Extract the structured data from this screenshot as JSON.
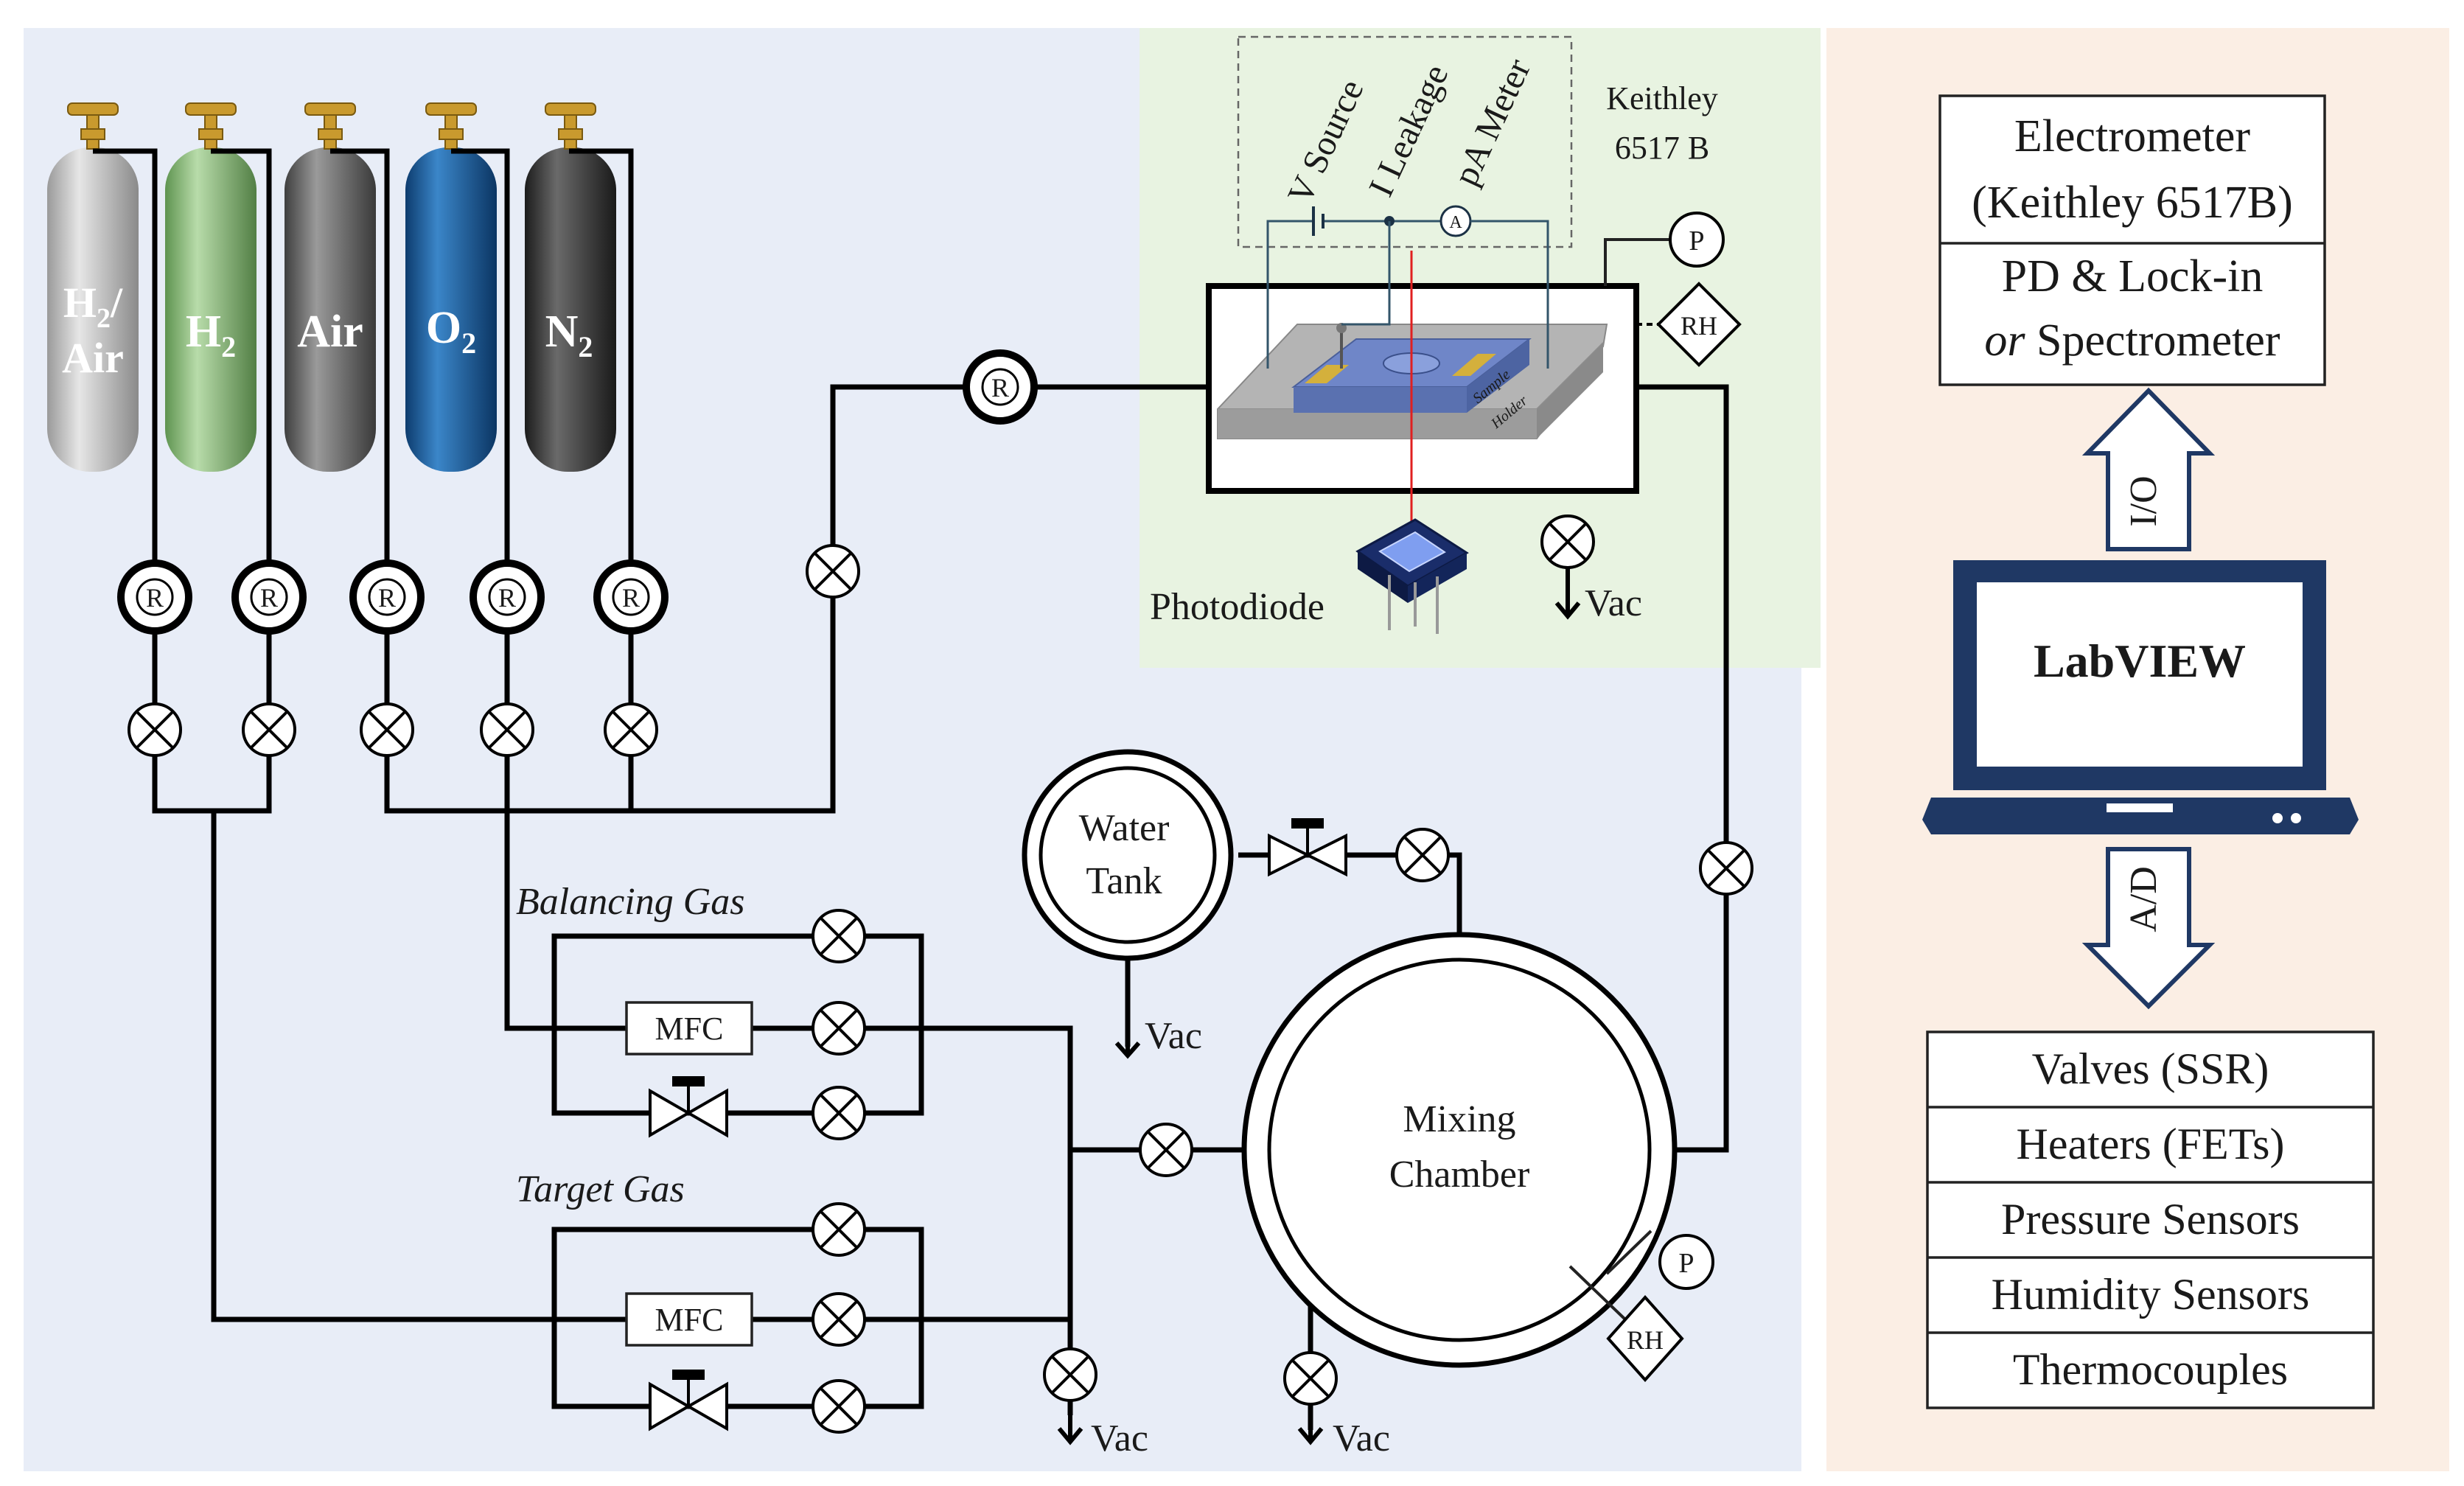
{
  "cylinders": [
    {
      "label_line1": "H",
      "sub1": "2",
      "label_line1_tail": "/",
      "label_line2": "Air",
      "color": "#bcbcbc"
    },
    {
      "label": "H",
      "sub": "2",
      "color": "#8ab87c"
    },
    {
      "label": "Air",
      "sub": "",
      "color": "#6f6f6f"
    },
    {
      "label": "O",
      "sub": "2",
      "color": "#1f5f9a"
    },
    {
      "label": "N",
      "sub": "2",
      "color": "#3a3a3a"
    }
  ],
  "symbols": {
    "regulator": "R",
    "pressure": "P",
    "humidity": "RH",
    "ammeter": "A"
  },
  "labels": {
    "keithley": [
      "Keithley",
      "6517 B"
    ],
    "v_source": "V Source",
    "i_leakage": "I Leakage",
    "pa_meter": "pA Meter",
    "photodiode": "Photodiode",
    "vac": "Vac",
    "balancing_gas": "Balancing Gas",
    "target_gas": "Target Gas",
    "mfc": "MFC",
    "water_tank": [
      "Water",
      "Tank"
    ],
    "mixing_chamber": [
      "Mixing",
      "Chamber"
    ],
    "sample": "Sample",
    "holder": "Holder"
  },
  "control": {
    "electrometer": [
      "Electrometer",
      "(Keithley 6517B)"
    ],
    "pd_lockin": [
      "PD & Lock-in",
      "Spectrometer"
    ],
    "or_word": "or",
    "io_arrow": "I/O",
    "ad_arrow": "A/D",
    "laptop": "LabVIEW",
    "peripherals": [
      "Valves (SSR)",
      "Heaters (FETs)",
      "Pressure Sensors",
      "Humidity Sensors",
      "Thermocouples"
    ]
  },
  "colors": {
    "gas_panel_bg": "#e8edf7",
    "sensor_panel_bg": "#e8f3e1",
    "control_panel_bg": "#fbeee4",
    "laptop_frame": "#1f3864",
    "sample_blue": "#6f86c8",
    "electrode_gold": "#d4b03c",
    "laser_red": "#e02020",
    "valve_brass": "#c99a2e"
  }
}
